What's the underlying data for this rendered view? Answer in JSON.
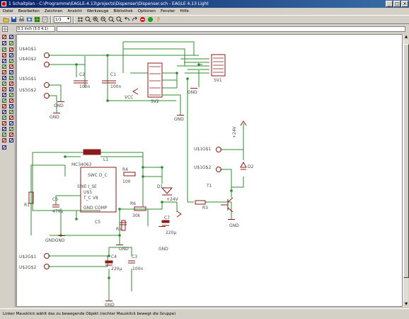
{
  "window": {
    "title": "1 Schaltplan - C:\\Programme\\EAGLE-4.13\\projects\\Dispenser\\Dispenser.sch - EAGLE 4.13 Light"
  },
  "menu": [
    "Datei",
    "Bearbeiten",
    "Zeichnen",
    "Ansicht",
    "Werkzeuge",
    "Bibliothek",
    "Optionen",
    "Fenster",
    "Hilfe"
  ],
  "toolbar": {
    "sheet_value": "1/1"
  },
  "command": {
    "coordinate": "0.1 inch (3.0 4.1)"
  },
  "status": {
    "text": "Linker Mausklick wählt das zu bewegende Objekt (rechter Mausklick bewegt die Gruppe)"
  },
  "schematic": {
    "colors": {
      "wire": "#2e8b2e",
      "part": "#8b1a1a",
      "pin": "#8b1a1a",
      "text": "#4a4a4a"
    },
    "labels": {
      "us4g1": "U$4G$1",
      "us4g2": "U$4G$2",
      "us5g1": "U$5G$1",
      "us5g2": "U$5G$2",
      "c2": "C2",
      "c2v": "100n",
      "c1": "C1",
      "c1v": "100n",
      "sv2": "SV2",
      "sv1": "SV1",
      "vcc": "VCC",
      "gnd": "GND",
      "l1": "L1",
      "mc": "MC34063",
      "swc": "SWC  D_C",
      "swe": "SWE   I_SE",
      "u5": "U$5",
      "tc": "T_C     V8",
      "gndcom": "GND  COMP",
      "r4": "R4",
      "r4v": "100",
      "c6": "C6",
      "c6v": "470p",
      "r1": "R1",
      "d1": "D1",
      "v24": "+24V",
      "r6": "R6",
      "r6v": "30k",
      "r5": "R5",
      "c5": "C5",
      "c7": "C7",
      "c7v": "220µ",
      "us1g1": "U$1G$1",
      "us1g2": "U$1G$2",
      "t1": "T1",
      "r3": "R3",
      "d2": "D2",
      "us2g1": "U$2G$1",
      "us2g2": "U$2G$2",
      "c4": "C4",
      "c4v": "220µ",
      "c3": "C3",
      "c3v": "100n",
      "gndgnd": "GNDGND"
    }
  }
}
